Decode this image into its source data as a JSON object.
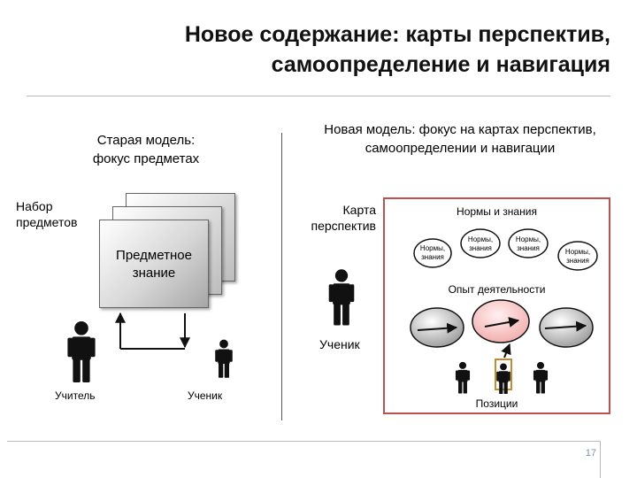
{
  "title_line1": "Новое содержание: карты перспектив,",
  "title_line2": "самоопределение и навигация",
  "old_model": {
    "heading_line1": "Старая модель:",
    "heading_line2": "фокус предметах",
    "set_label_line1": "Набор",
    "set_label_line2": "предметов",
    "subject_line1": "Предметное",
    "subject_line2": "знание",
    "teacher": "Учитель",
    "student": "Ученик"
  },
  "new_model": {
    "heading_line1": "Новая модель: фокус на картах перспектив,",
    "heading_line2": "самоопределении и навигации",
    "map_label_line1": "Карта",
    "map_label_line2": "перспектив",
    "norms_title": "Нормы и знания",
    "norms_small_line1": "Нормы,",
    "norms_small_line2": "знания",
    "activity_experience": "Опыт деятельности",
    "student": "Ученик",
    "positions": "Позиции"
  },
  "colors": {
    "frame": "#c0504d",
    "pink_fill": "#f9d7d7",
    "figure": "#111111",
    "highlight": "#c98a2e"
  },
  "page_number": "17"
}
